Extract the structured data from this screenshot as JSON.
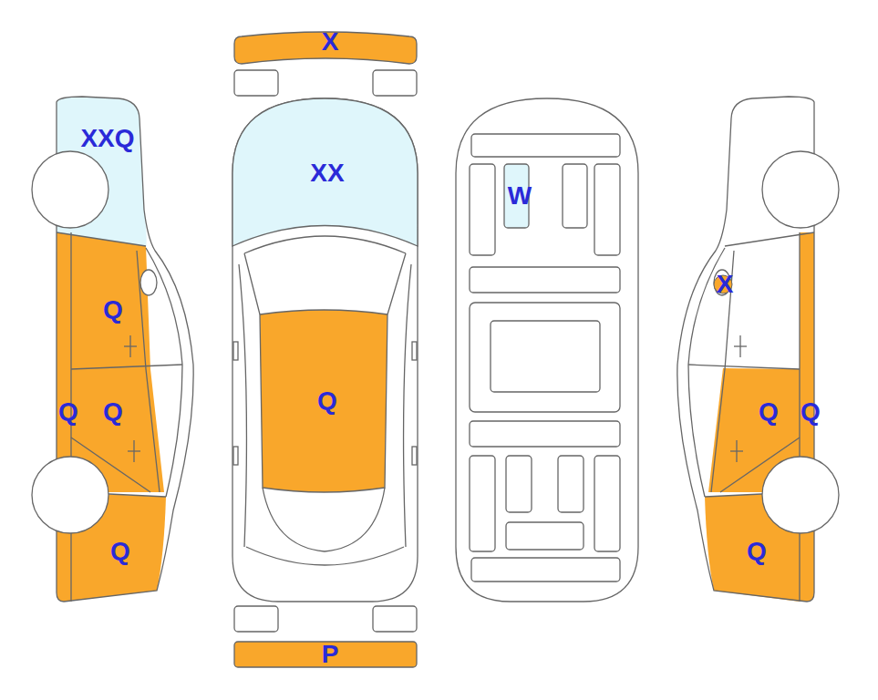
{
  "diagram": {
    "labels": [
      "X",
      "XXQ",
      "XX",
      "W",
      "X",
      "Q",
      "Q",
      "Q",
      "Q",
      "Q",
      "Q",
      "Q",
      "Q",
      "P"
    ]
  }
}
